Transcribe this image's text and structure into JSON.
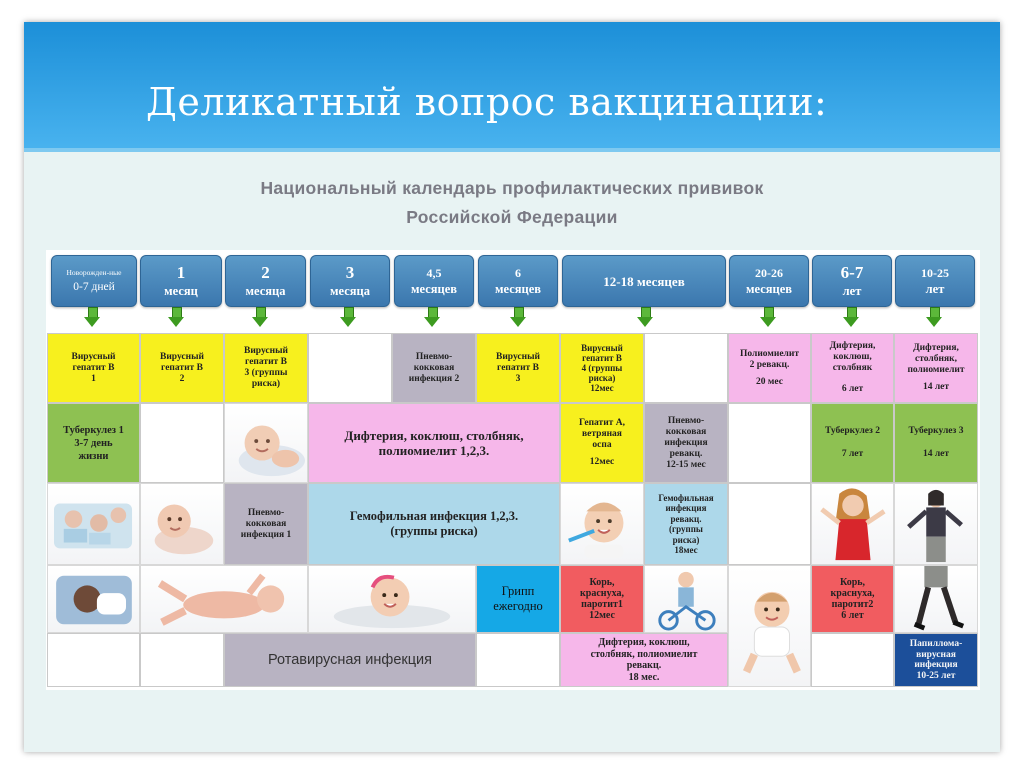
{
  "slide": {
    "title": "Деликатный вопрос вакцинации:"
  },
  "document": {
    "title_line1": "Национальный календарь профилактических прививок",
    "title_line2": "Российской Федерации"
  },
  "ages": [
    {
      "lead": "Новорожден-ные",
      "n": "0-7 дней"
    },
    {
      "n": "1",
      "u": "месяц"
    },
    {
      "n": "2",
      "u": "месяца"
    },
    {
      "n": "3",
      "u": "месяца"
    },
    {
      "n": "4,5",
      "u": "месяцев"
    },
    {
      "n": "6",
      "u": "месяцев"
    },
    {
      "n": "12-18 месяцев"
    },
    {
      "n": "20-26",
      "u": "месяцев"
    },
    {
      "n": "6-7",
      "u": "лет"
    },
    {
      "n": "10-25",
      "u": "лет"
    }
  ],
  "cells": {
    "hepb1": [
      "Вирусный",
      "гепатит В",
      "1"
    ],
    "hepb2": [
      "Вирусный",
      "гепатит В",
      "2"
    ],
    "hepb3risk": [
      "Вирусный",
      "гепатит В",
      "3 (группы",
      "риска)"
    ],
    "pneumo2": [
      "Пневмо-",
      "кокковая",
      "инфекция 2"
    ],
    "hepb3": [
      "Вирусный",
      "гепатит В",
      "3"
    ],
    "hepb4": [
      "Вирусный",
      "гепатит В",
      "4 (группы",
      "риска)",
      "12мес"
    ],
    "polio2": [
      "Полиомиелит",
      "2 ревакц.",
      "",
      "20 мес"
    ],
    "dtp67": [
      "Дифтерия, коклюш,",
      "столбняк",
      "",
      "6 лет"
    ],
    "dtp1025": [
      "Дифтерия,",
      "столбняк,",
      "полиомиелит",
      "",
      "14 лет"
    ],
    "tb1": [
      "Туберкулез 1",
      "3-7 день",
      "жизни"
    ],
    "dtp123": [
      "Дифтерия, коклюш, столбняк,",
      "полиомиелит 1,2,3."
    ],
    "hepa": [
      "Гепатит А,",
      "ветряная",
      "оспа",
      "",
      "12мес"
    ],
    "pneumorev": [
      "Пневмо-",
      "кокковая",
      "инфекция",
      "ревакц.",
      "12-15 мес"
    ],
    "tb2": [
      "Туберкулез 2",
      "",
      "7 лет"
    ],
    "tb3": [
      "Туберкулез 3",
      "",
      "14 лет"
    ],
    "pneumo1": [
      "Пневмо-",
      "кокковая",
      "инфекция 1"
    ],
    "hib": [
      "Гемофильная инфекция 1,2,3.",
      "(группы риска)"
    ],
    "hibrev": [
      "Гемофильная",
      "инфекция",
      "ревакц.",
      "(группы",
      "риска)",
      "18мес"
    ],
    "flu": [
      "Грипп",
      "ежегодно"
    ],
    "mmr1": [
      "Корь,",
      "краснуха,",
      "паротит1",
      "12мес"
    ],
    "mmr2": [
      "Корь,",
      "краснуха,",
      "паротит2",
      "6 лет"
    ],
    "rota": [
      "Ротавирусная инфекция"
    ],
    "dtprev": [
      "Дифтерия, коклюш,",
      "столбняк, полиомиелит",
      "ревакц.",
      "18 мес."
    ],
    "hpv": [
      "Папиллома-",
      "вирусная",
      "инфекция",
      "10-25 лет"
    ]
  },
  "colors": {
    "header": "#1c8fd8",
    "yellow": "#f7f01e",
    "pink": "#f6b7ea",
    "green": "#8ec152",
    "grey": "#b8b3c2",
    "lightblue": "#add8ea",
    "red": "#f15c60",
    "cyan": "#15a8e6",
    "navy": "#1c4f9a"
  },
  "icons": {
    "arrow": "green-down-arrow-icon"
  }
}
